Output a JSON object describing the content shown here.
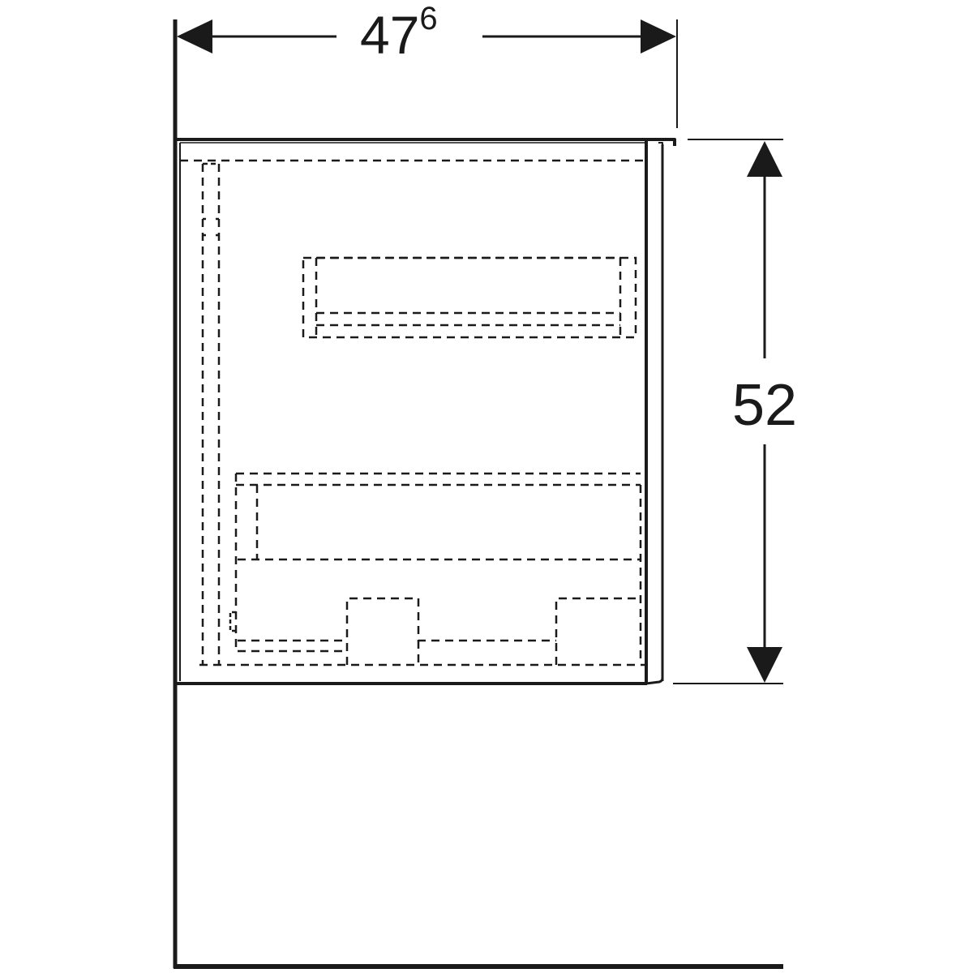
{
  "diagram": {
    "type": "technical-dimension-drawing",
    "subject": "wall-hung cabinet side view with drawers",
    "line_color": "#1a1a1a",
    "background": "#ffffff",
    "dimensions": {
      "width": {
        "main": "47",
        "superscript": "6",
        "orientation": "horizontal"
      },
      "height": {
        "value": "52",
        "orientation": "vertical"
      }
    },
    "components": [
      "wall-line",
      "floor-line",
      "cabinet-body",
      "front-panel",
      "upper-drawer-hidden",
      "lower-drawer-hidden",
      "siphon-cutouts-hidden"
    ]
  }
}
